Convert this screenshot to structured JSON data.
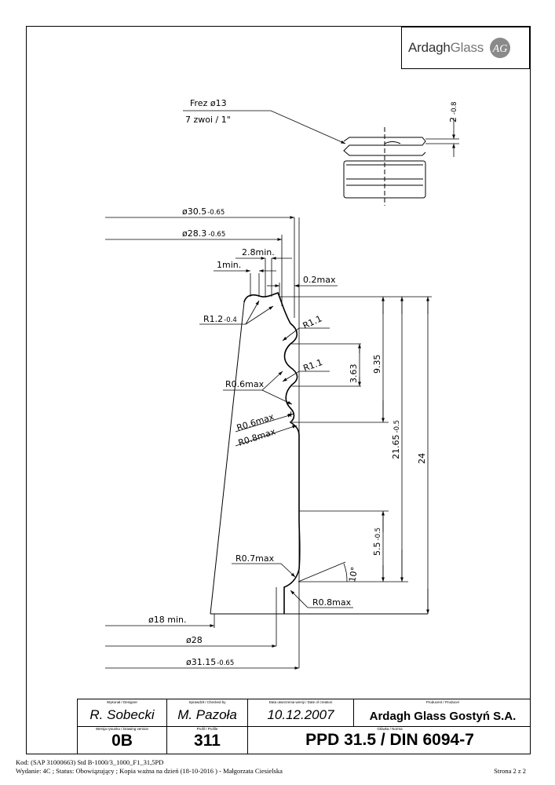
{
  "logo": {
    "brand_a": "Ardagh",
    "brand_b": "Glass",
    "mark": "AG"
  },
  "annotations": {
    "frez": "Frez ø13",
    "thread": "7 zwoi / 1\"",
    "thread_depth_a": "2",
    "thread_depth_b": "-0.8",
    "d305": "ø30.5",
    "d305_tol": "-0.65",
    "d283": "ø28.3",
    "d283_tol": "-0.65",
    "w28min": "2.8min.",
    "w1min": "1min.",
    "w02max": "0.2max",
    "r12": "R1.2",
    "r12_tol": "-0.4",
    "r11_top": "R1.1",
    "r11_mid": "R1.1",
    "r06_a": "R0.6max",
    "r06_b": "R0.6max",
    "r08_a": "R0.8max",
    "h363": "3.63",
    "h935": "9.35",
    "h2165": "21.65",
    "h2165_tol": "-0.5",
    "h24": "24",
    "h55": "5.5",
    "h55_tol": "-0.5",
    "r07": "R0.7max",
    "angle": "10°",
    "r08_b": "R0.8max",
    "d18": "ø18  min.",
    "d28": "ø28",
    "d3115": "ø31.15",
    "d3115_tol": "-0.65"
  },
  "titleblock": {
    "designer_cap": "Wykonał / Designer",
    "designer": "R. Sobecki",
    "checked_cap": "Sprawdził / Checked by",
    "checked": "M. Pazoła",
    "date_cap": "Data utworzenia wersji / Date of creation",
    "date": "10.12.2007",
    "producer_cap": "Producent / Producer",
    "producer": "Ardagh Glass Gostyń S.A.",
    "version_cap": "Wersja rysunku / Drawing version",
    "version": "0B",
    "profile_cap": "Profil / Profile",
    "profile": "311",
    "norm_cap": "Główka / Norma",
    "norm": "PPD 31.5 / DIN 6094-7"
  },
  "footer": {
    "line1": "Kod: (SAP 31000663) Std B-1000/3_1000_F1_31,5PD",
    "line2": "Wydanie: 4C ; Status: Obowiązujący ; Kopia ważna na dzień (18-10-2016 ) - Małgorzata Ciesielska",
    "page": "Strona 2 z 2"
  }
}
